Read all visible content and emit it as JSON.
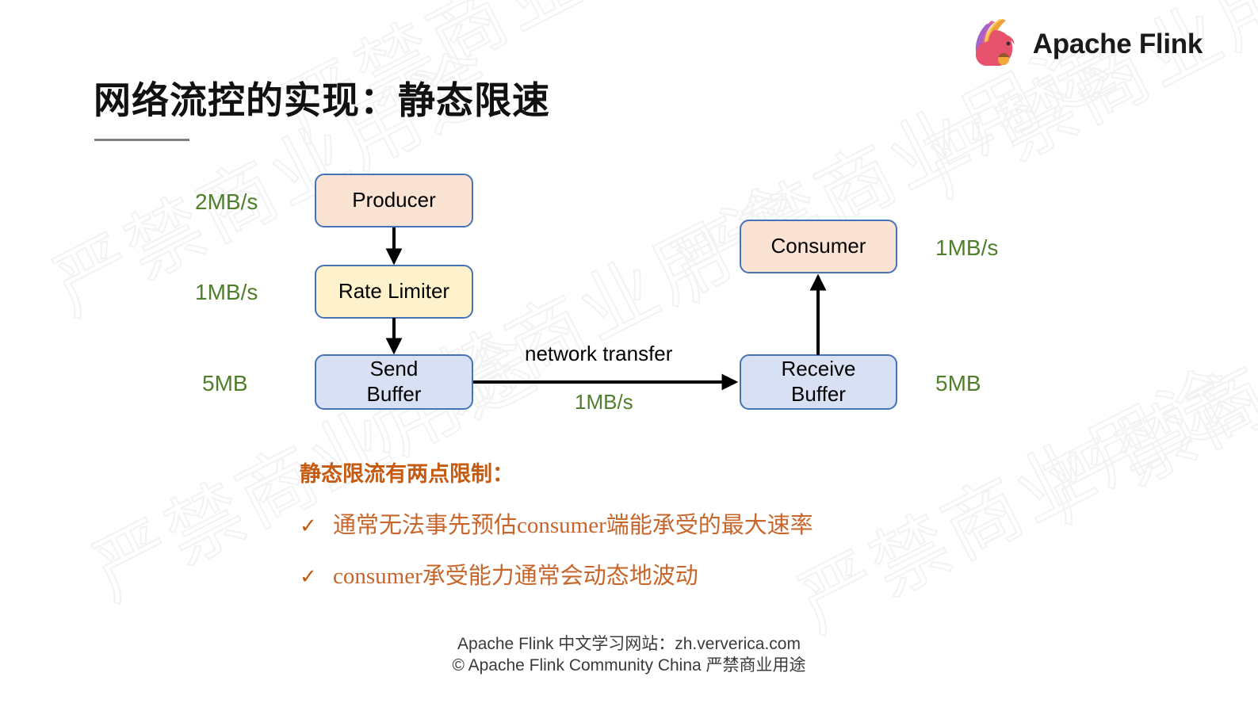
{
  "slide": {
    "title": "网络流控的实现：静态限速",
    "watermark_text": "严禁商业用途"
  },
  "brand": {
    "name": "Apache Flink",
    "logo_icon": "flink-squirrel-icon",
    "logo_colors": {
      "body": "#e6526b",
      "tail_orange": "#f0a13a",
      "tail_yellow": "#f5cc5b",
      "tail_pink": "#e8609a",
      "tail_purple": "#a563c8",
      "acorn": "#f0a83a"
    }
  },
  "diagram": {
    "nodes": [
      {
        "id": "producer",
        "label": "Producer",
        "fill": "#fbe3d3",
        "stroke": "#4573b7"
      },
      {
        "id": "rate-limiter",
        "label": "Rate Limiter",
        "fill": "#fdf2cc",
        "stroke": "#4573b7"
      },
      {
        "id": "send-buffer",
        "label": "Send\nBuffer",
        "line1": "Send",
        "line2": "Buffer",
        "fill": "#d7e1f3",
        "stroke": "#4573b7"
      },
      {
        "id": "receive-buffer",
        "label": "Receive\nBuffer",
        "line1": "Receive",
        "line2": "Buffer",
        "fill": "#d7e1f3",
        "stroke": "#4573b7"
      },
      {
        "id": "consumer",
        "label": "Consumer",
        "fill": "#fbe3d3",
        "stroke": "#4573b7"
      }
    ],
    "rate_labels": {
      "producer_rate": "2MB/s",
      "rate_limiter_rate": "1MB/s",
      "send_buffer_size": "5MB",
      "consumer_rate": "1MB/s",
      "receive_buffer_size": "5MB"
    },
    "edge_labels": {
      "network_transfer": "network transfer",
      "network_rate": "1MB/s"
    },
    "label_color": "#4f7f2b"
  },
  "notes": {
    "heading": "静态限流有两点限制：",
    "check_glyph": "✓",
    "items": [
      "通常无法事先预估consumer端能承受的最大速率",
      "consumer承受能力通常会动态地波动"
    ],
    "accent_color": "#c55a11"
  },
  "footer": {
    "line1": "Apache Flink 中文学习网站：zh.ververica.com",
    "line2": "© Apache Flink Community China  严禁商业用途"
  }
}
